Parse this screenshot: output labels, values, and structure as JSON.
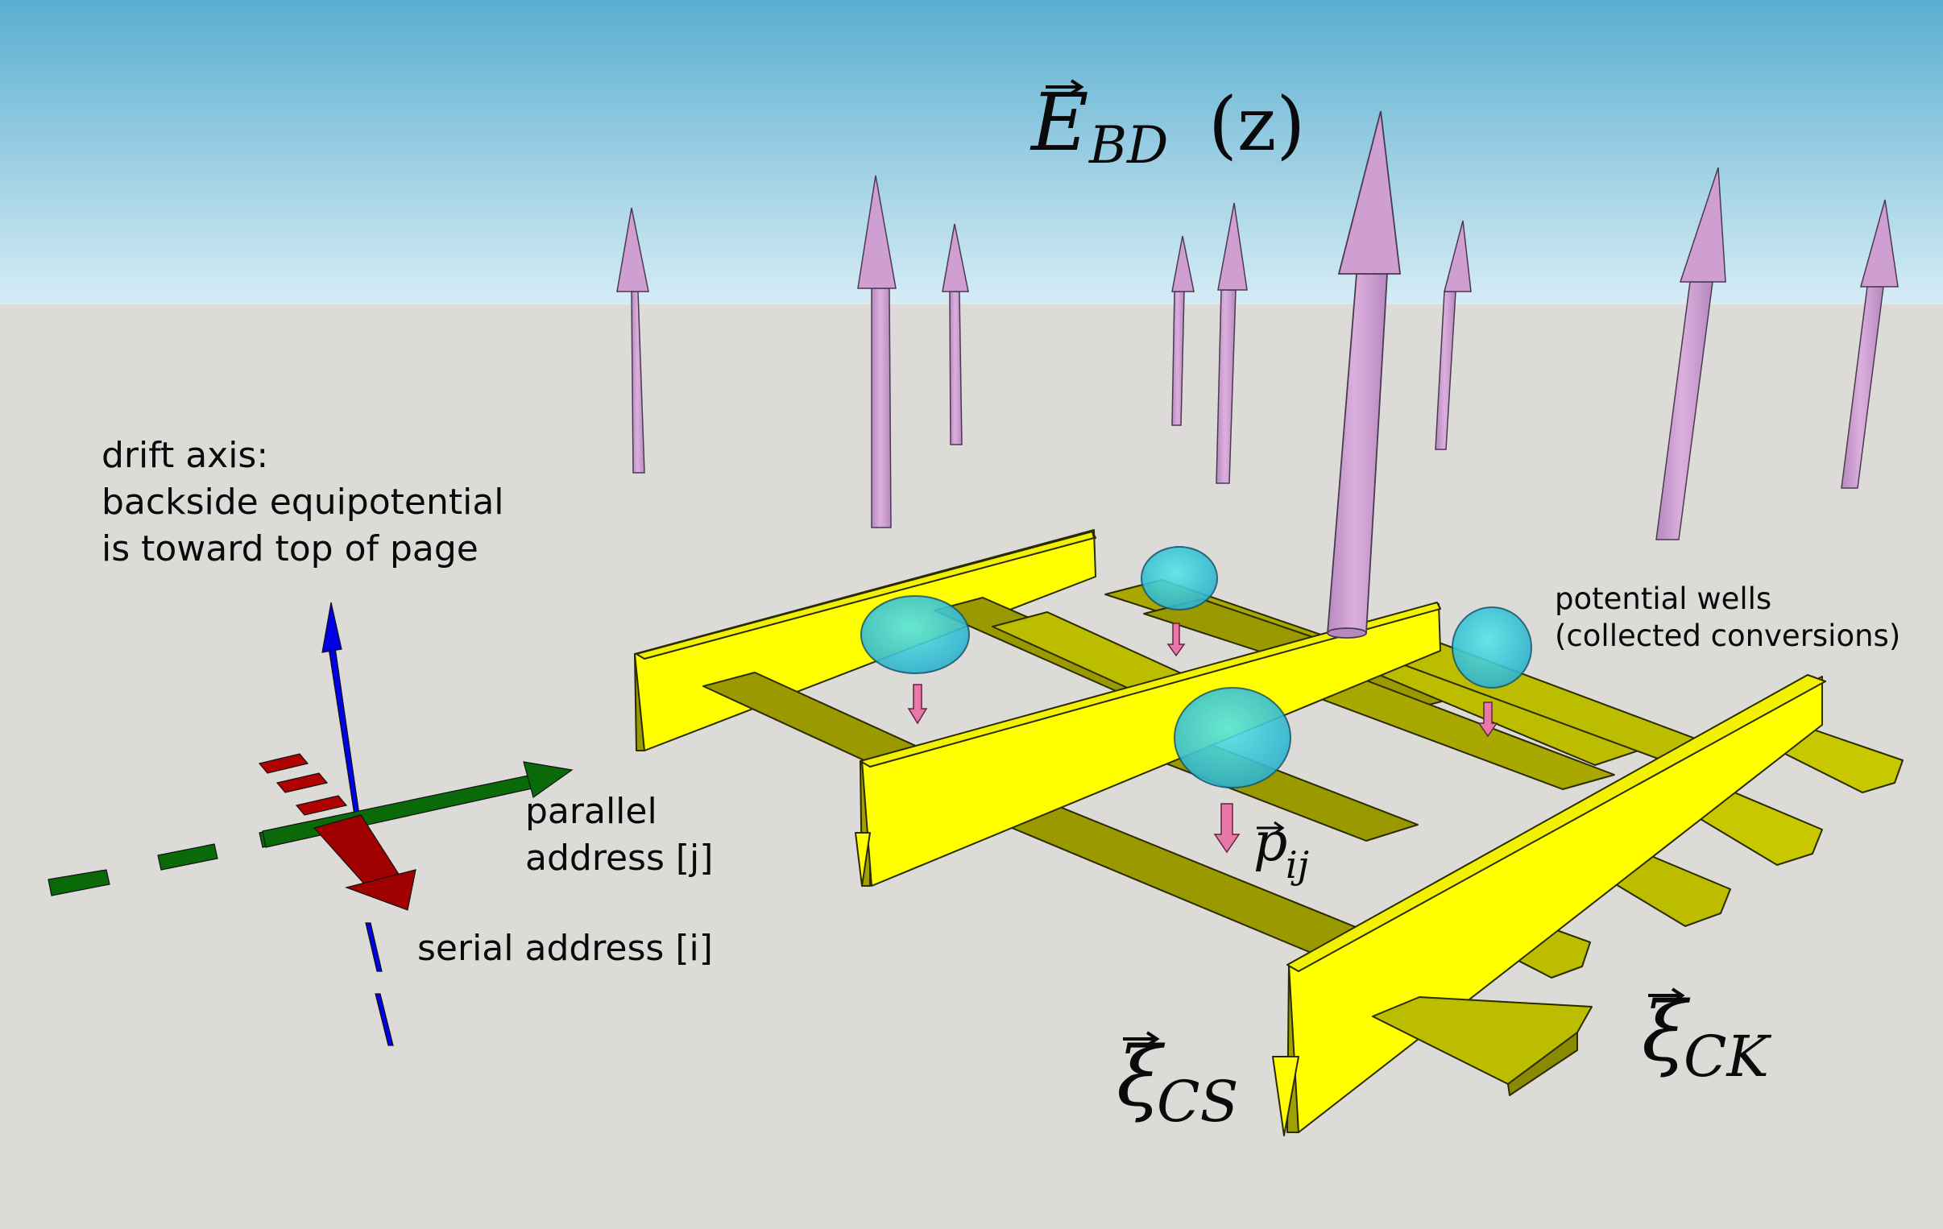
{
  "annotations": {
    "drift_axis": {
      "line1": "drift axis:",
      "line2": "backside equipotential",
      "line3": "is toward top of page"
    },
    "parallel_axis": {
      "line1": "parallel",
      "line2": "address [j]"
    },
    "serial_axis": "serial address [i]",
    "potential_wells": {
      "line1": "potential wells",
      "line2": "(collected conversions)"
    }
  },
  "math_labels": {
    "field": {
      "symbol": "E",
      "subscript": "BD",
      "argument": "(z)"
    },
    "pixel": {
      "symbol": "p",
      "subscript": "ij"
    },
    "xi_cs": {
      "symbol": "ξ",
      "subscript": "CS"
    },
    "xi_ck": {
      "symbol": "ξ",
      "subscript": "CK"
    }
  },
  "colors": {
    "sky": "#5aaed0",
    "ground": "#dcdbd8",
    "field_arrow": "#cf9fd2",
    "gate_bright": "#ffff00",
    "gate_dark": "#bdbd00",
    "well": "#3cc8dc",
    "dipole_arrow": "#e878a8",
    "axis_drift": "#0000e6",
    "axis_parallel": "#0a6a0a",
    "axis_serial": "#a00000"
  }
}
